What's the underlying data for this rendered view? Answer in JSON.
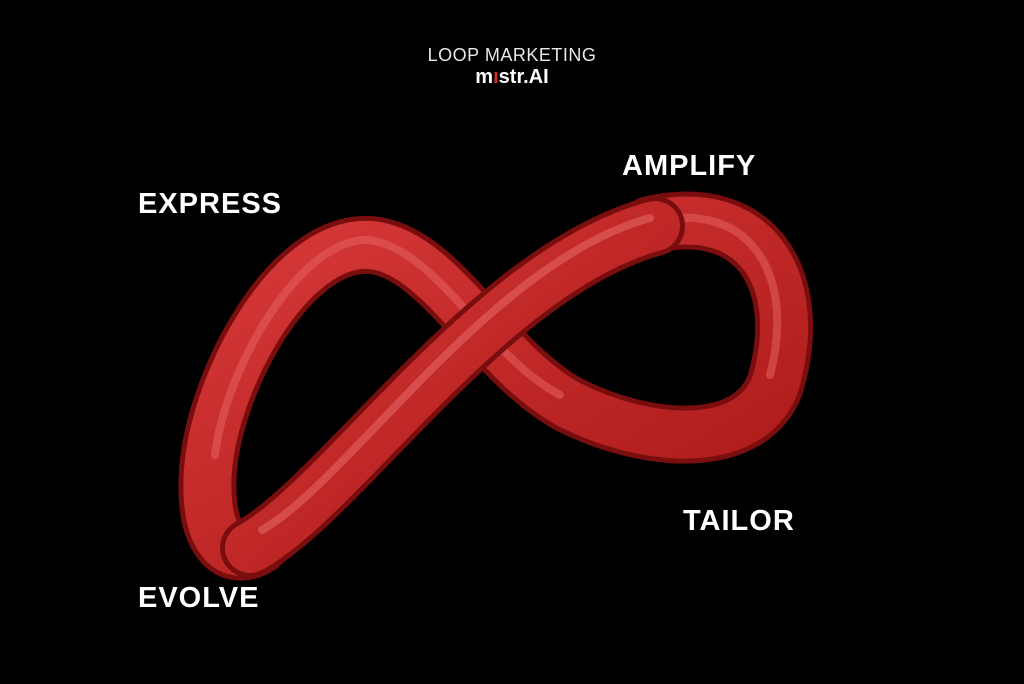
{
  "header": {
    "subtitle": "LOOP MARKETING",
    "brand_logo": "mistr.AI"
  },
  "stages": {
    "express": "EXPRESS",
    "amplify": "AMPLIFY",
    "tailor": "TAILOR",
    "evolve": "EVOLVE"
  },
  "colors": {
    "loop": "#c42222",
    "loop_highlight": "#e05050",
    "loop_shadow": "#7a0e0e",
    "background": "#000000"
  }
}
